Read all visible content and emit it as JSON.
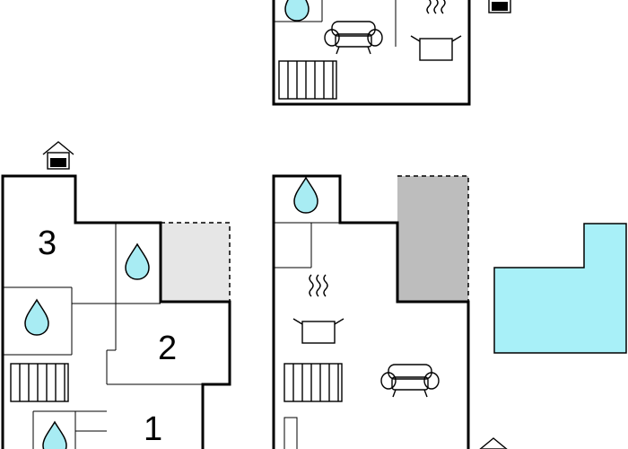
{
  "floor_plan": {
    "room_numbers": [
      "3",
      "2",
      "1"
    ]
  },
  "colors": {
    "water_drop": "#a8ecf3",
    "pool": "#a8f0f8",
    "terrace_light": "#e6e6e6",
    "terrace_dark": "#bdbdbd",
    "wall": "#000000"
  },
  "icons": [
    "water-drop-icon",
    "radiator-icon",
    "sofa-icon",
    "cooking-pot-icon",
    "house-entrance-icon",
    "pool-shape"
  ]
}
